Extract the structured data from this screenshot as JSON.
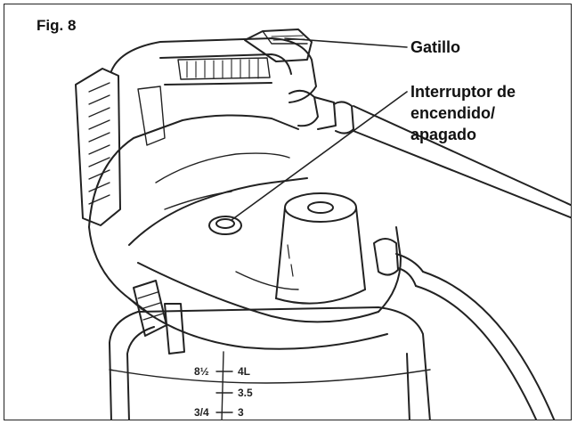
{
  "figure": {
    "label": "Fig. 8"
  },
  "callouts": {
    "trigger": "Gatillo",
    "power_switch": [
      "Interruptor de",
      "encendido/",
      "apagado"
    ]
  },
  "scale_marks": {
    "left": [
      "8½",
      "3/4"
    ],
    "right": [
      "4L",
      "3.5",
      "3"
    ]
  },
  "colors": {
    "line": "#222222",
    "background": "#ffffff"
  }
}
